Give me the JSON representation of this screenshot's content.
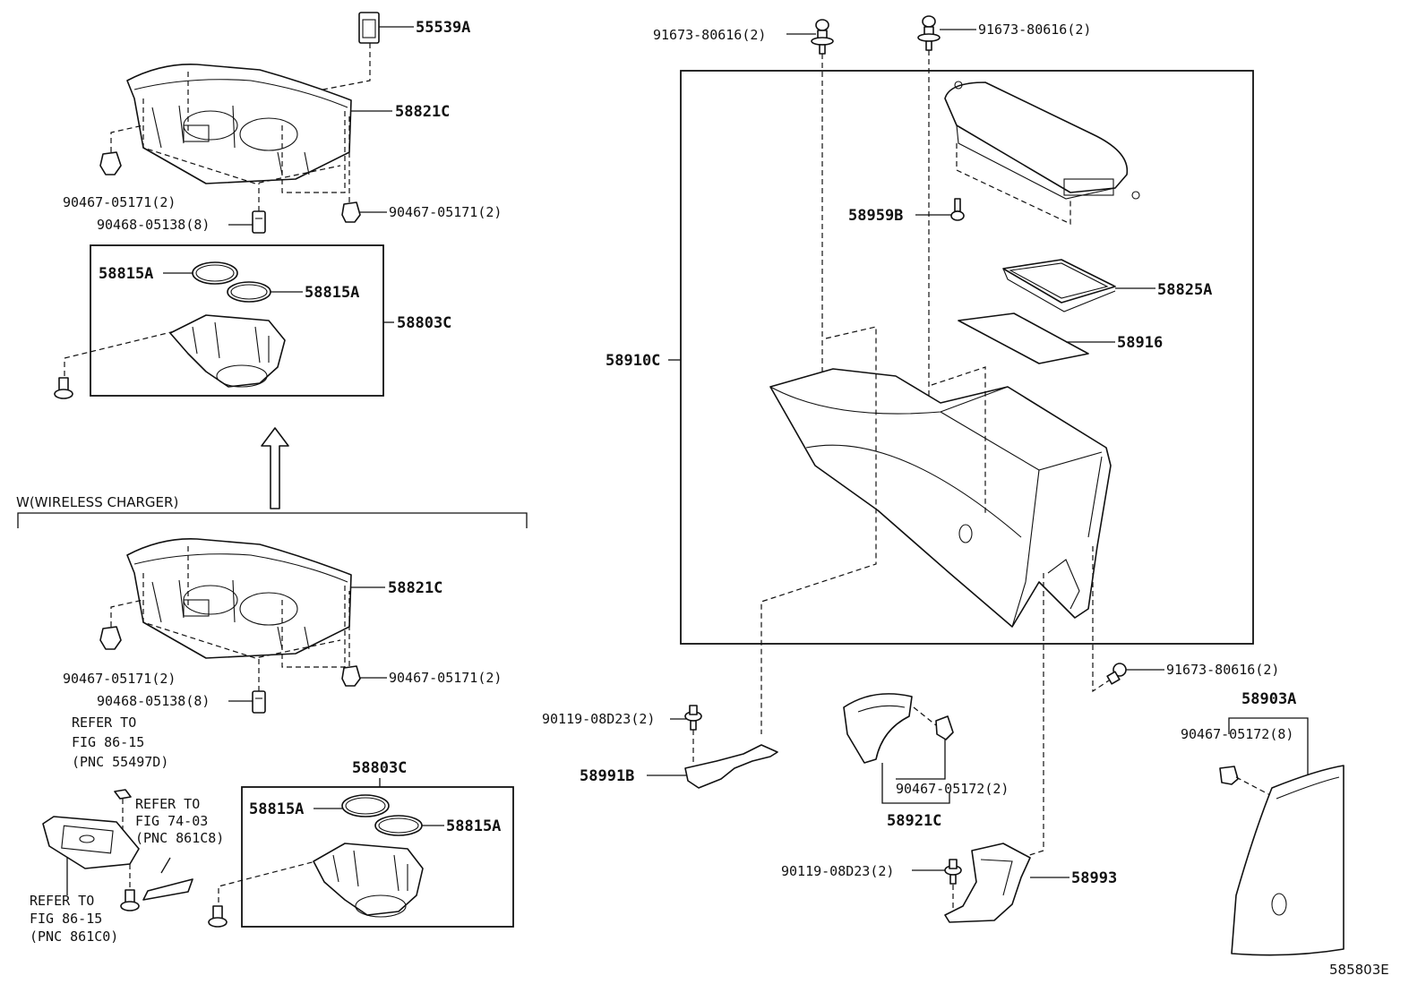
{
  "diagram_code": "585803E",
  "section_title": "W(WIRELESS CHARGER)",
  "labels": {
    "p55539A": "55539A",
    "p58821C_top": "58821C",
    "p90467_05171_a": "90467-05171(2)",
    "p90468_05138_top": "90468-05138(8)",
    "p90467_05171_b": "90467-05171(2)",
    "p58815A_a": "58815A",
    "p58815A_b": "58815A",
    "p58803C_top": "58803C",
    "p58821C_bot": "58821C",
    "p90467_05171_c": "90467-05171(2)",
    "p90468_05138_bot": "90468-05138(8)",
    "p90467_05171_d": "90467-05171(2)",
    "p58803C_bot": "58803C",
    "p58815A_c": "58815A",
    "p58815A_d": "58815A",
    "p91673_a": "91673-80616(2)",
    "p91673_b": "91673-80616(2)",
    "p58959B": "58959B",
    "p58825A": "58825A",
    "p58916": "58916",
    "p58910C": "58910C",
    "p91673_c": "91673-80616(2)",
    "p58903A": "58903A",
    "p90467_05172_a": "90467-05172(8)",
    "p90119_a": "90119-08D23(2)",
    "p58991B": "58991B",
    "p90467_05172_b": "90467-05172(2)",
    "p58921C": "58921C",
    "p90119_b": "90119-08D23(2)",
    "p58993": "58993"
  },
  "refer_notes": {
    "note1": [
      "REFER TO",
      "FIG 86-15",
      "(PNC 55497D)"
    ],
    "note2": [
      "REFER TO",
      "FIG 74-03",
      "(PNC 861C8)"
    ],
    "note3": [
      "REFER TO",
      "FIG 86-15",
      "(PNC 861C0)"
    ]
  }
}
